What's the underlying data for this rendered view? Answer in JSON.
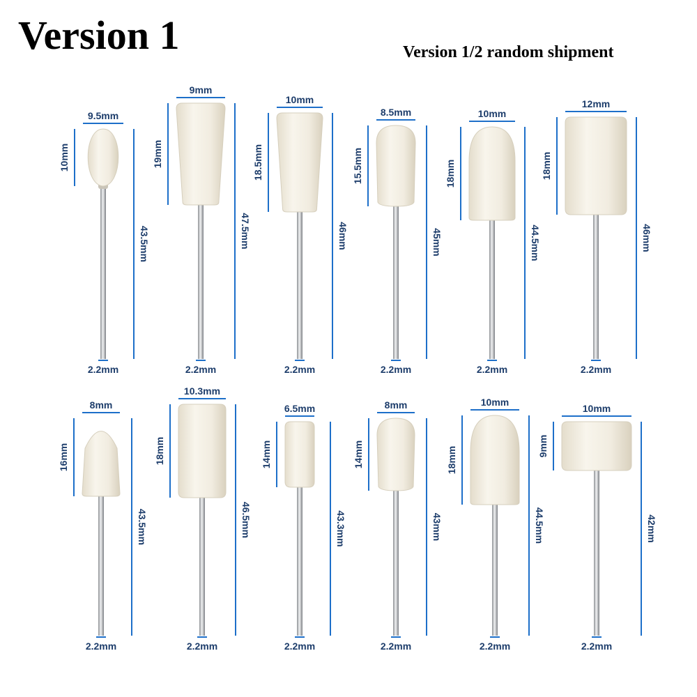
{
  "title": "Version 1",
  "subtitle": "Version 1/2 random shipment",
  "colors": {
    "dimension_line": "#1d6fc9",
    "dimension_text": "#1d3d6b",
    "felt": "#f3eee2",
    "shank": "#b9bcc0"
  },
  "bits": [
    {
      "shape": "ball",
      "width": "9.5mm",
      "head_height": "10mm",
      "total_length": "43.5mm",
      "shank": "2.2mm"
    },
    {
      "shape": "taper",
      "width": "9mm",
      "head_height": "19mm",
      "total_length": "47.5mm",
      "shank": "2.2mm"
    },
    {
      "shape": "taper",
      "width": "10mm",
      "head_height": "18.5mm",
      "total_length": "46mm",
      "shank": "2.2mm"
    },
    {
      "shape": "round",
      "width": "8.5mm",
      "head_height": "15.5mm",
      "total_length": "45mm",
      "shank": "2.2mm"
    },
    {
      "shape": "bullet",
      "width": "10mm",
      "head_height": "18mm",
      "total_length": "44.5mm",
      "shank": "2.2mm"
    },
    {
      "shape": "cyl",
      "width": "12mm",
      "head_height": "18mm",
      "total_length": "46mm",
      "shank": "2.2mm"
    },
    {
      "shape": "cone",
      "width": "8mm",
      "head_height": "16mm",
      "total_length": "43.5mm",
      "shank": "2.2mm"
    },
    {
      "shape": "cyl",
      "width": "10.3mm",
      "head_height": "18mm",
      "total_length": "46.5mm",
      "shank": "2.2mm"
    },
    {
      "shape": "cyl",
      "width": "6.5mm",
      "head_height": "14mm",
      "total_length": "43.3mm",
      "shank": "2.2mm"
    },
    {
      "shape": "round",
      "width": "8mm",
      "head_height": "14mm",
      "total_length": "43mm",
      "shank": "2.2mm"
    },
    {
      "shape": "bullet",
      "width": "10mm",
      "head_height": "18mm",
      "total_length": "44.5mm",
      "shank": "2.2mm"
    },
    {
      "shape": "disc",
      "width": "10mm",
      "head_height": "9mm",
      "total_length": "42mm",
      "shank": "2.2mm"
    }
  ]
}
